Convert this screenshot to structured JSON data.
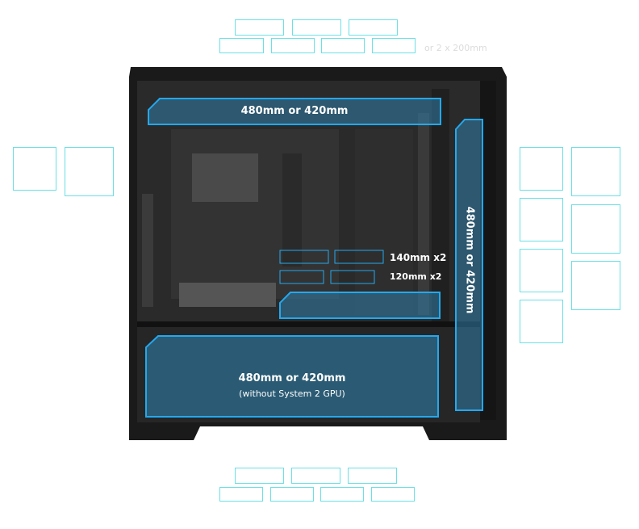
{
  "radiator_zones": {
    "top": {
      "label": "480mm or 420mm"
    },
    "side": {
      "label": "480mm or 420mm"
    },
    "bottom": {
      "label": "480mm or 420mm",
      "note": "(without System 2 GPU)"
    },
    "middle": {
      "label_140": "140mm x2",
      "label_120": "120mm x2"
    }
  },
  "top_fans": {
    "note": "or 2 x 200mm"
  },
  "colors": {
    "zone_fill": "#2f7ea8",
    "zone_border": "#24a8ee",
    "fan_outline": "#6be0e6",
    "case_body": "#1a1a1a"
  }
}
